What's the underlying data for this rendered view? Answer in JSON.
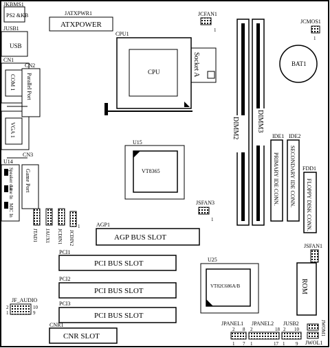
{
  "labels": {
    "jkbms1": "JKBMS1",
    "ps2kb": "PS2 &KB",
    "jatxpwr1": "JATXPWR1",
    "atxpower": "ATXPOWER",
    "jcfan1": "JCFAN1",
    "jcmos1": "JCMOS1",
    "jusb1": "JUSB1",
    "usb": "USB",
    "cpu1": "CPU1",
    "cpu": "CPU",
    "socket_a": "Socket A",
    "cn1": "CN1",
    "com1": "COM 1",
    "cn2": "CN2",
    "parallel_port": "Parallel Port",
    "vga1": "VGA 1",
    "cn3": "CN3",
    "u14": "U14",
    "speaker_out": "Speaker out",
    "line_in": "Line In",
    "mic_in": "MIC In",
    "game_port": "Game Port",
    "bat1": "BAT1",
    "dimm2": "DIMM2",
    "dimm3": "DIMM3",
    "ide1": "IDE1",
    "ide2": "IDE2",
    "primary_ide": "PRIMARY IDE CONN.",
    "secondary_ide": "SECONDARY IDE CONN.",
    "fdd1": "FDD1",
    "floppy_disk": "FLOPPY DISK CONN.",
    "u15": "U15",
    "vt8365": "VT8365",
    "jsfan3": "JSFAN3",
    "jtad1": "JTAD1",
    "jaux1": "JAUX1",
    "jcdin1": "JCDIN1",
    "jcdin2": "JCDIN2",
    "agp1": "AGP1",
    "agp_bus_slot": "AGP BUS SLOT",
    "jsfan1": "JSFAN1",
    "pci1": "PCI1",
    "pci2": "PCI2",
    "pci3": "PCI3",
    "pci_bus_slot_1": "PCI BUS SLOT",
    "pci_bus_slot_2": "PCI BUS SLOT",
    "pci_bus_slot_3": "PCI BUS SLOT",
    "u25": "U25",
    "vt82c686": "VT82C686A/B",
    "rom": "ROM",
    "jwom1": "JWOM1",
    "jf_audio": "JF_AUDIO",
    "cnr1": "CNR1",
    "cnr_slot": "CNR SLOT",
    "jpanel1": "JPANEL1",
    "jpanel2": "JPANEL2",
    "jusb2": "JUSB2",
    "jwol1": "JWOL1"
  },
  "pin_numbers": {
    "jcfan1_pin": "1",
    "jcmos1_pin": "1",
    "jsfan3_pin": "1",
    "jcdin2_pin": "1",
    "jf_audio_2": "2",
    "jf_audio_1": "1",
    "jf_audio_10": "10",
    "jf_audio_9": "9",
    "jpanel1_2": "2",
    "jpanel1_8": "8",
    "jpanel1_1": "1",
    "jpanel1_7": "7",
    "jpanel2_2": "2",
    "jpanel2_18": "18",
    "jpanel2_1": "1",
    "jpanel2_17": "17",
    "jusb2_2": "2",
    "jusb2_10": "10",
    "jusb2_1": "1",
    "jusb2_9": "9"
  }
}
